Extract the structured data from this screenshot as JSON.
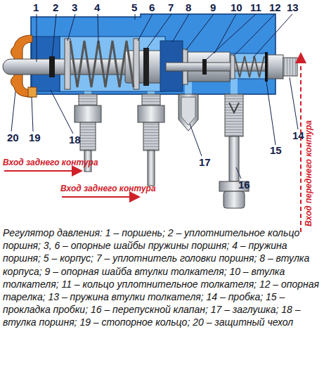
{
  "diagram": {
    "caption": "Регулятор давления: 1 – поршень; 2 – уплотнительное кольцо поршня; 3, 6 – опорные шайбы пружины поршня; 4 – пружина поршня; 5 – корпус; 7 – уплотнитель головки поршня; 8 – втулка корпуса; 9 – опорная шайба втулки толкателя; 10 – втулка толкателя; 11 – кольцо уплотнительное толкателя; 12 – опорная тарелка; 13 – пружина втулки толкателя; 14 – пробка; 15 – прокладка пробки; 16 – перепускной клапан; 17 – заглушка; 18 – втулка поршня; 19 – стопорное кольцо; 20 – защитный чехол",
    "labels": [
      "1",
      "2",
      "3",
      "4",
      "5",
      "6",
      "7",
      "8",
      "9",
      "10",
      "11",
      "12",
      "13",
      "14",
      "15",
      "16",
      "17",
      "18",
      "19",
      "20",
      "Вход заднего контура",
      "Вход заднего контура",
      "Вход переднего контура"
    ]
  }
}
